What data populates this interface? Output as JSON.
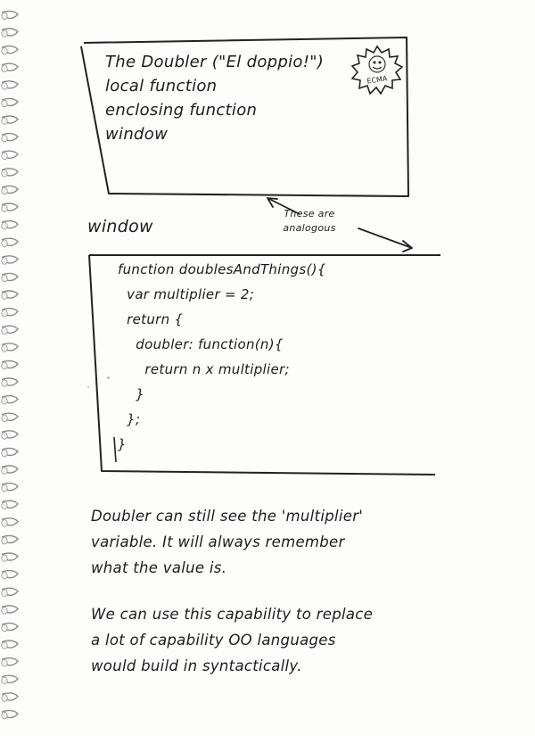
{
  "envelope": {
    "lines": [
      "The Doubler (\"El doppio!\")",
      "local function",
      "enclosing function",
      "window"
    ],
    "stamp_text": "ECMA"
  },
  "envelope_label": "window",
  "annotation": {
    "line1": "These are",
    "line2": "analogous"
  },
  "code_lines": [
    "function doublesAndThings(){",
    "  var multiplier = 2;",
    "  return {",
    "    doubler: function(n){",
    "      return n x multiplier;",
    "    }",
    "  };",
    "}"
  ],
  "notes": {
    "paragraph1": [
      "Doubler can still see the 'multiplier'",
      "variable.  It will always remember",
      "what the value is."
    ],
    "paragraph2": [
      "We can use this capability to replace",
      "a lot of capability OO languages",
      "would build in syntactically."
    ]
  }
}
